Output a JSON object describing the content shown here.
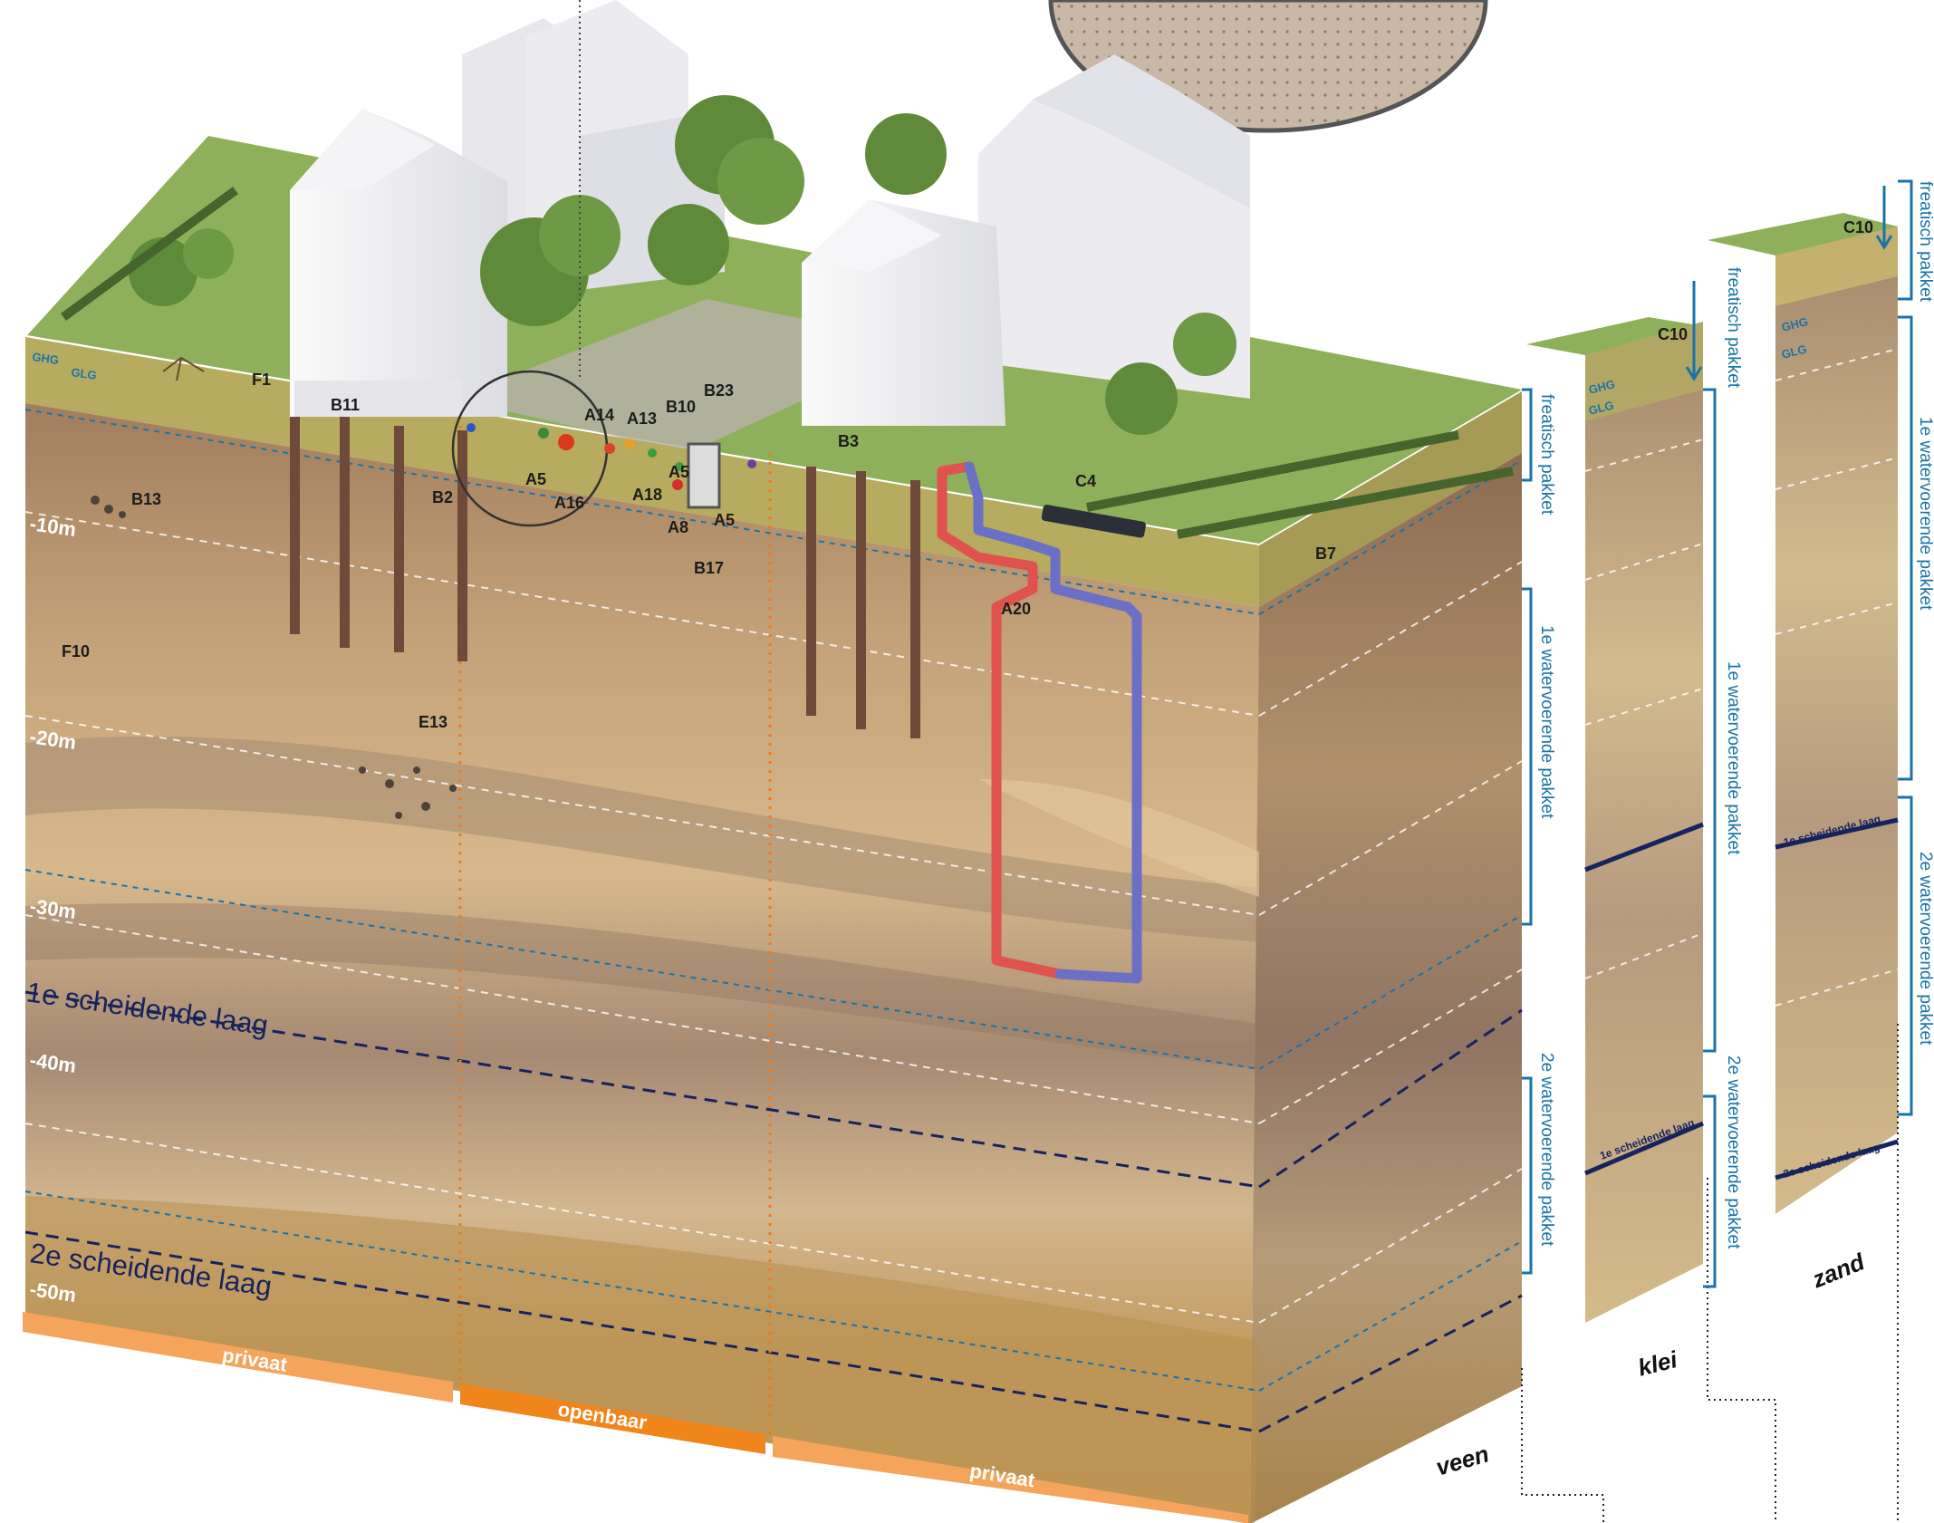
{
  "groundwater_levels": {
    "ghg": "GHG",
    "glg": "GLG"
  },
  "depth_labels": [
    "-10m",
    "-20m",
    "-30m",
    "-40m",
    "-50m"
  ],
  "separating_layers": {
    "first": "1e scheidende laag",
    "second": "2e scheidende laag"
  },
  "aquifers": {
    "phreatic": "freatisch pakket",
    "first": "1e watervoerende pakket",
    "second": "2e watervoerende pakket",
    "first_separating_small": "1e scheidende laag",
    "second_separating_small": "2e scheidende laag"
  },
  "ownership_bands": {
    "left": "privaat",
    "middle": "openbaar",
    "right": "privaat"
  },
  "soil_types": {
    "peat": "veen",
    "clay": "klei",
    "sand": "zand"
  },
  "element_codes": {
    "F1": "F1",
    "B11": "B11",
    "B2": "B2",
    "A14": "A14",
    "A13": "A13",
    "B10": "B10",
    "B23": "B23",
    "A5": "A5",
    "A16": "A16",
    "A18": "A18",
    "A8": "A8",
    "B17": "B17",
    "B3": "B3",
    "C4": "C4",
    "B7": "B7",
    "A20": "A20",
    "B13": "B13",
    "F10": "F10",
    "E13": "E13",
    "C10": "C10"
  },
  "colors": {
    "aquifer_blue": "#1a73a8",
    "separating_navy": "#16235e",
    "boundary_orange": "#f07a1a",
    "band_orange": "#f5a45b",
    "band_orange_dark": "#f0851c",
    "pipe_red": "#e0524d",
    "pipe_blue": "#6b70c4",
    "grass": "#7fa34a",
    "topsoil": "#b7ad5c"
  }
}
